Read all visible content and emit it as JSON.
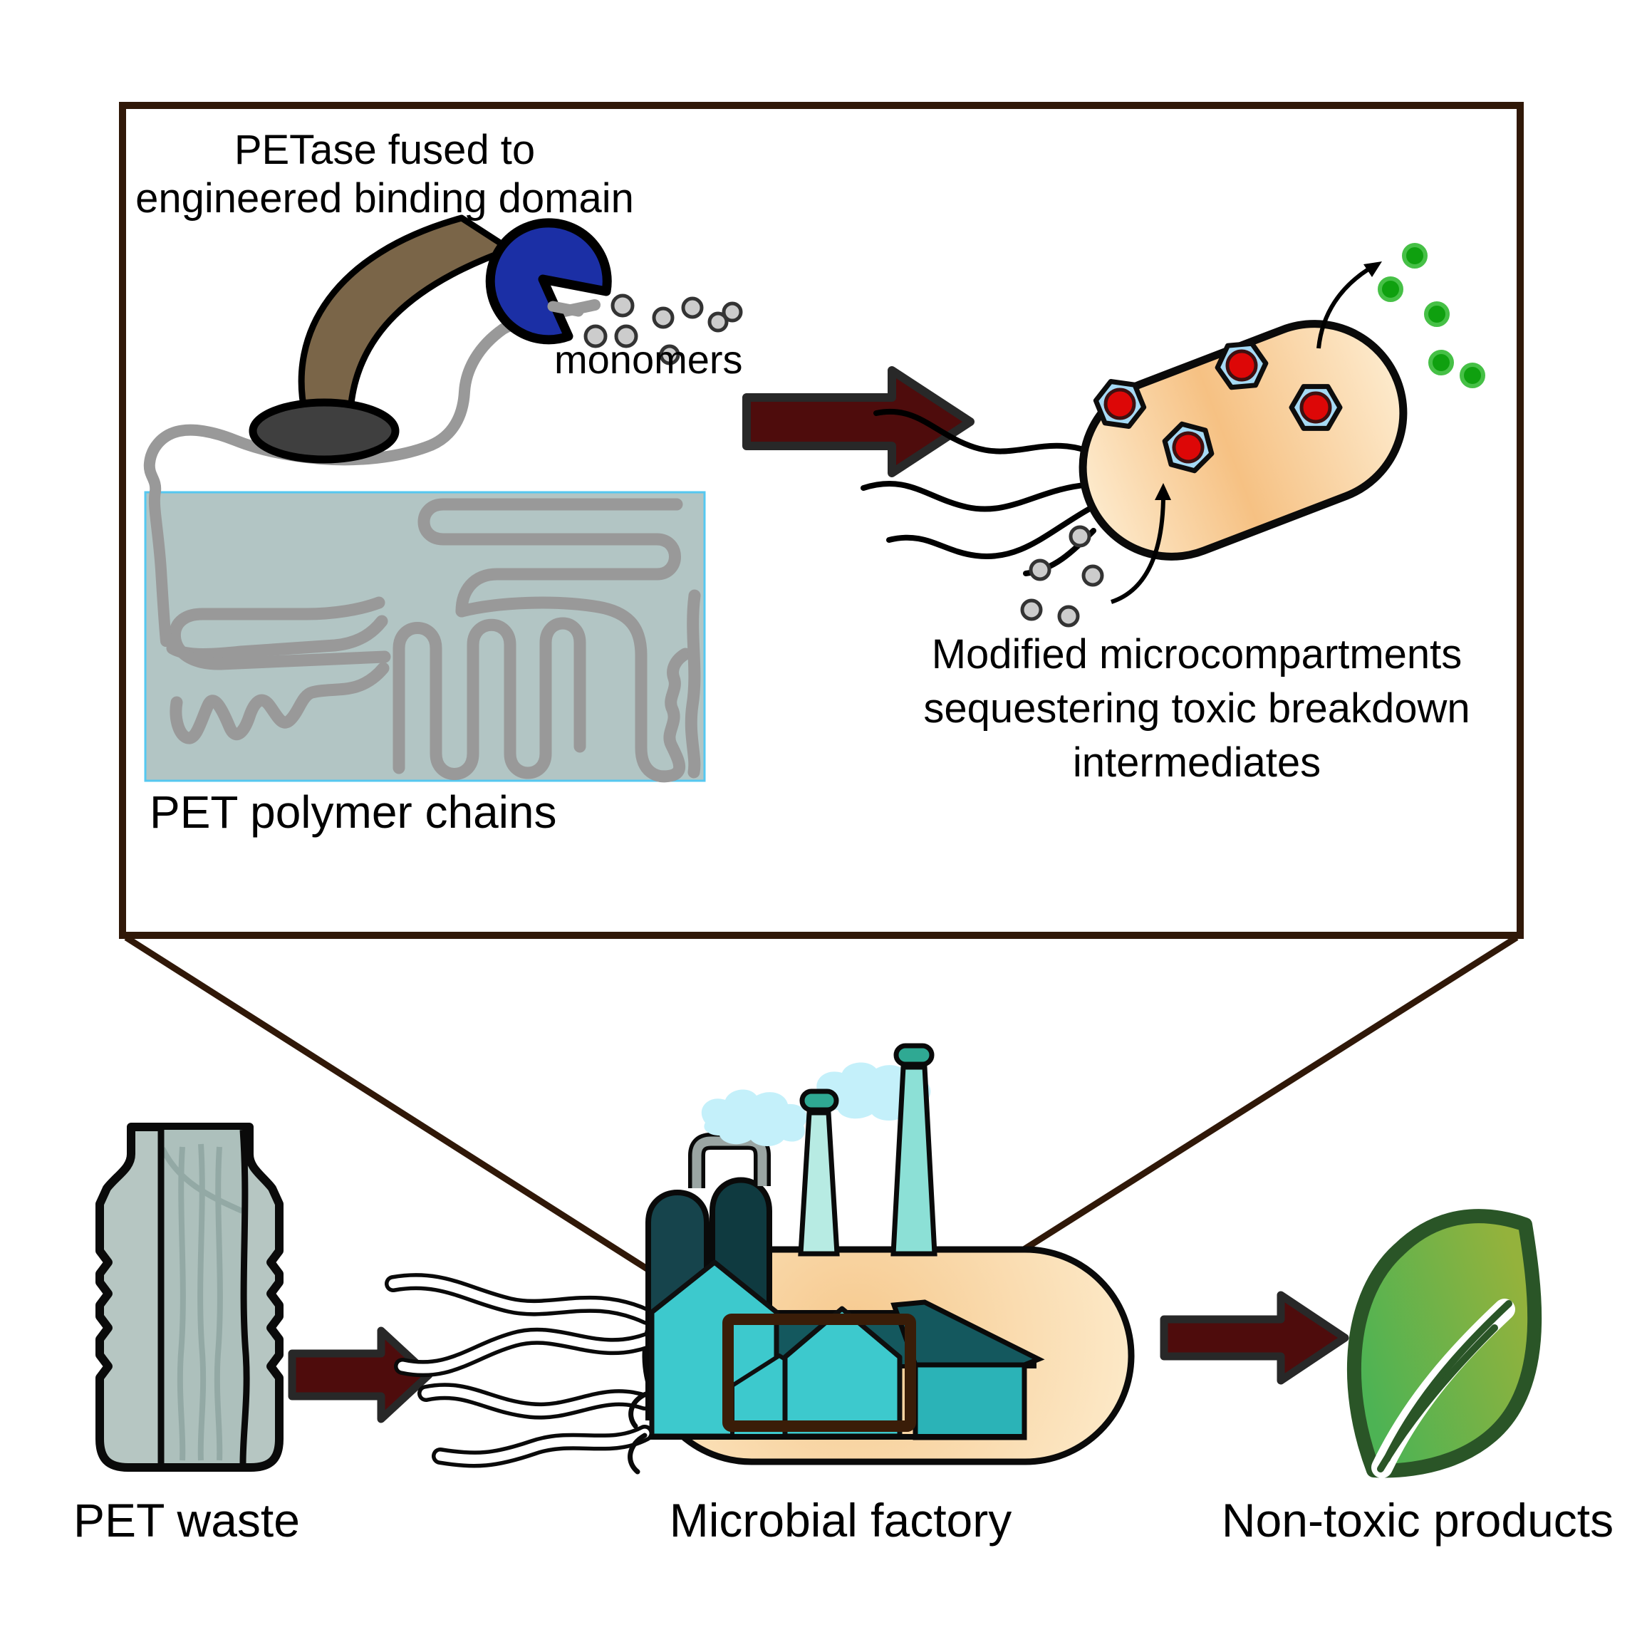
{
  "inset": {
    "title": {
      "line1": "PETase fused to",
      "line2": "engineered binding domain"
    },
    "monomers_label": "monomers",
    "polymer_box_label": "PET polymer chains",
    "microcompartment_caption": {
      "line1": "Modified microcompartments",
      "line2": "sequestering toxic breakdown",
      "line3": "intermediates"
    }
  },
  "flow": {
    "pet_waste_label": "PET waste",
    "factory_label": "Microbial factory",
    "products_label": "Non-toxic products"
  },
  "colors": {
    "outline_brown": "#301808",
    "zoom_box_brown": "#3a1d08",
    "arrow_maroon": "#4e0c0c",
    "arrow_edge": "#282828",
    "petase_blue": "#1b2fa5",
    "arm_brown": "#7a6548",
    "binding_domain_gray": "#3f3f3f",
    "chain_gray": "#999999",
    "monomer_gray": "#cccccc",
    "polymer_box_fill": "#b2c5c4",
    "polymer_box_border": "#55c8f0",
    "bacterium_tan": "#f6c183",
    "bacterium_tan_light": "#fdeacc",
    "hexagon_blue": "#a5daf5",
    "intermediate_red": "#dd0707",
    "product_green": "#0fa00f",
    "factory_teal": "#3dc9cd",
    "factory_teal_dark": "#14585e",
    "tank_dark": "#16444c",
    "chimney_teal": "#8ce0d6",
    "chimney_cap": "#2fa993",
    "smoke_cyan": "#c4f0fa",
    "bottle_gray": "#b6c6c2",
    "leaf_green": "#4db354",
    "leaf_yellow_green": "#94b23c",
    "leaf_outline": "#2a5527"
  }
}
